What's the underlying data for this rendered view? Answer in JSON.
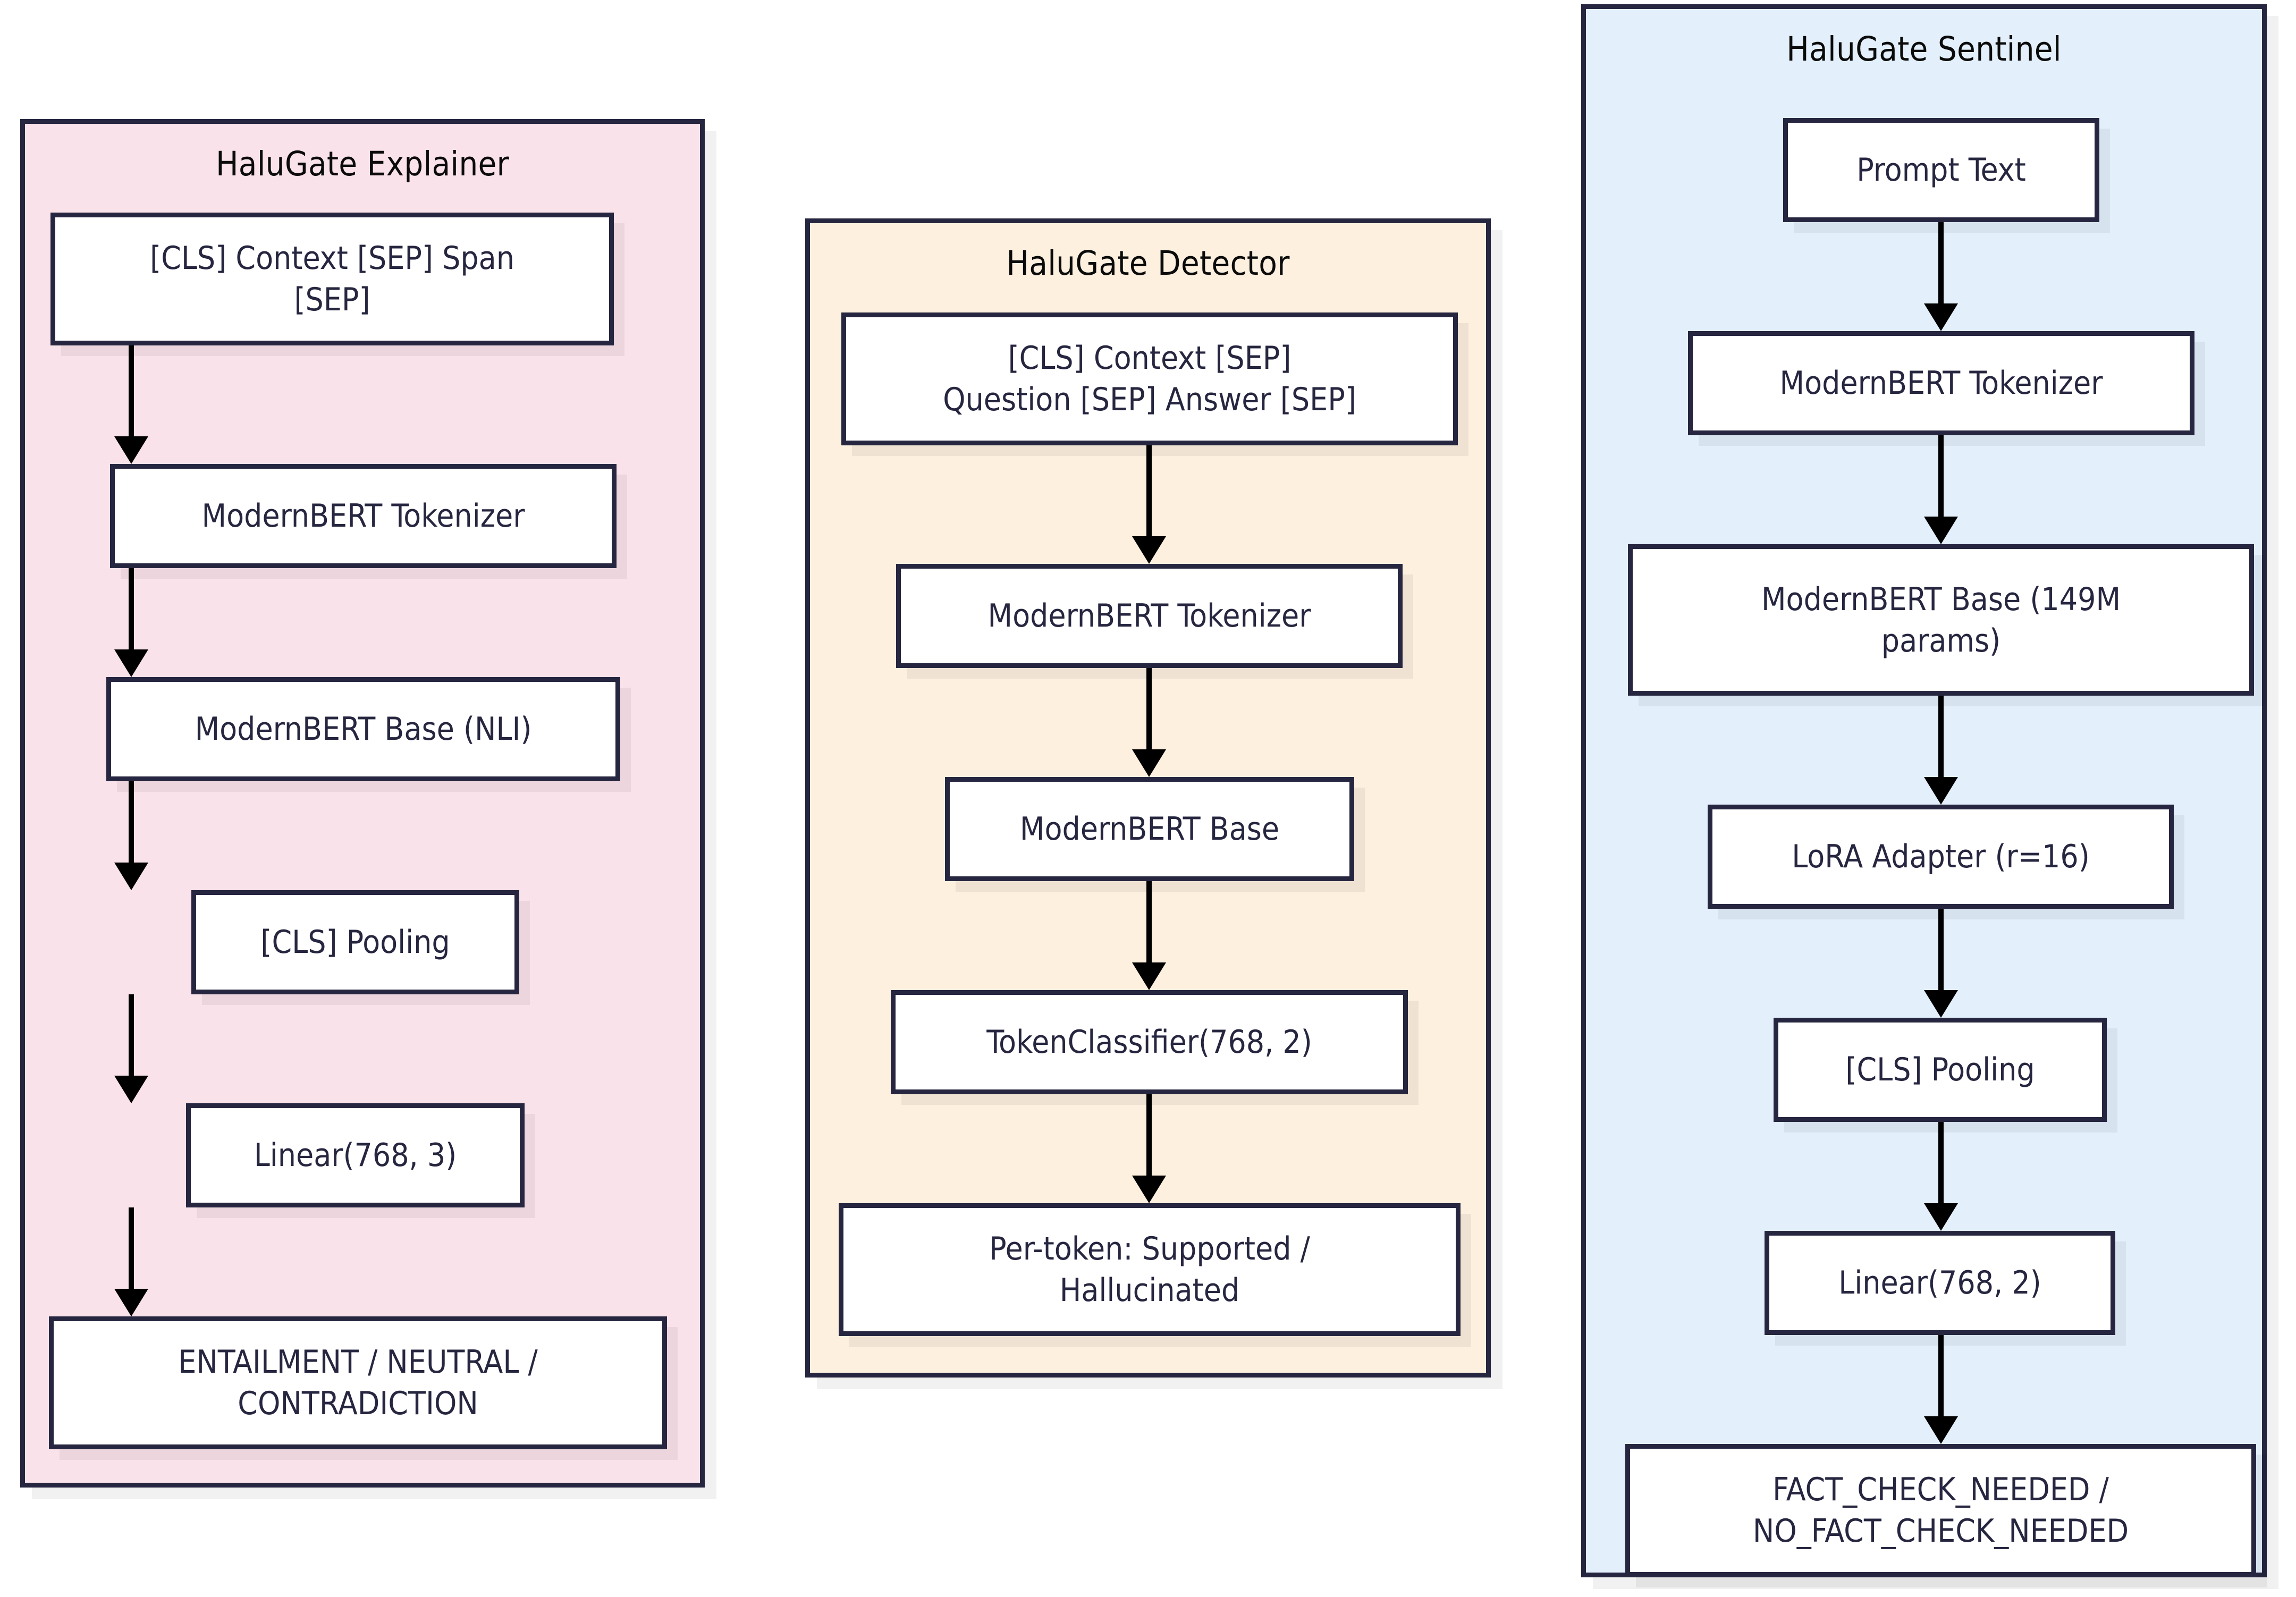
{
  "diagram": {
    "type": "flowchart",
    "title": "HaluGate model architectures",
    "colors": {
      "explainer_fill": "#fae2ea",
      "detector_fill": "#fdf0df",
      "sentinel_fill": "#e3f0fb",
      "border": "#262640",
      "node_fill": "#ffffff",
      "text": "#262640",
      "arrow": "#000000",
      "page_background": "#ffffff"
    },
    "columns": [
      {
        "id": "explainer",
        "title": "HaluGate Explainer",
        "fill": "#fae2ea",
        "nodes": [
          {
            "id": "exp-input",
            "label": "[CLS] Context [SEP] Span [SEP]",
            "lines": [
              "[CLS] Context [SEP] Span",
              "[SEP]"
            ]
          },
          {
            "id": "exp-tokenizer",
            "label": "ModernBERT Tokenizer",
            "lines": [
              "ModernBERT Tokenizer"
            ]
          },
          {
            "id": "exp-base",
            "label": "ModernBERT Base (NLI)",
            "lines": [
              "ModernBERT Base (NLI)"
            ]
          },
          {
            "id": "exp-pooling",
            "label": "[CLS] Pooling",
            "lines": [
              "[CLS] Pooling"
            ]
          },
          {
            "id": "exp-linear",
            "label": "Linear(768, 3)",
            "lines": [
              "Linear(768, 3)"
            ]
          },
          {
            "id": "exp-output",
            "label": "ENTAILMENT / NEUTRAL / CONTRADICTION",
            "lines": [
              "ENTAILMENT / NEUTRAL /",
              "CONTRADICTION"
            ]
          }
        ],
        "edges": [
          [
            "exp-input",
            "exp-tokenizer"
          ],
          [
            "exp-tokenizer",
            "exp-base"
          ],
          [
            "exp-base",
            "exp-pooling"
          ],
          [
            "exp-pooling",
            "exp-linear"
          ],
          [
            "exp-linear",
            "exp-output"
          ]
        ]
      },
      {
        "id": "detector",
        "title": "HaluGate Detector",
        "fill": "#fdf0df",
        "nodes": [
          {
            "id": "det-input",
            "label": "[CLS] Context [SEP] Question [SEP] Answer [SEP]",
            "lines": [
              "[CLS] Context [SEP]",
              "Question [SEP] Answer [SEP]"
            ]
          },
          {
            "id": "det-tokenizer",
            "label": "ModernBERT Tokenizer",
            "lines": [
              "ModernBERT Tokenizer"
            ]
          },
          {
            "id": "det-base",
            "label": "ModernBERT Base",
            "lines": [
              "ModernBERT Base"
            ]
          },
          {
            "id": "det-head",
            "label": "TokenClassifier(768, 2)",
            "lines": [
              "TokenClassifier(768, 2)"
            ]
          },
          {
            "id": "det-output",
            "label": "Per-token: Supported / Hallucinated",
            "lines": [
              "Per-token: Supported /",
              "Hallucinated"
            ]
          }
        ],
        "edges": [
          [
            "det-input",
            "det-tokenizer"
          ],
          [
            "det-tokenizer",
            "det-base"
          ],
          [
            "det-base",
            "det-head"
          ],
          [
            "det-head",
            "det-output"
          ]
        ]
      },
      {
        "id": "sentinel",
        "title": "HaluGate Sentinel",
        "fill": "#e3f0fb",
        "nodes": [
          {
            "id": "sen-input",
            "label": "Prompt Text",
            "lines": [
              "Prompt Text"
            ]
          },
          {
            "id": "sen-tokenizer",
            "label": "ModernBERT Tokenizer",
            "lines": [
              "ModernBERT Tokenizer"
            ]
          },
          {
            "id": "sen-base",
            "label": "ModernBERT Base (149M params)",
            "lines": [
              "ModernBERT Base (149M",
              "params)"
            ]
          },
          {
            "id": "sen-lora",
            "label": "LoRA Adapter (r=16)",
            "lines": [
              "LoRA Adapter (r=16)"
            ]
          },
          {
            "id": "sen-pooling",
            "label": "[CLS] Pooling",
            "lines": [
              "[CLS] Pooling"
            ]
          },
          {
            "id": "sen-linear",
            "label": "Linear(768, 2)",
            "lines": [
              "Linear(768, 2)"
            ]
          },
          {
            "id": "sen-output",
            "label": "FACT_CHECK_NEEDED / NO_FACT_CHECK_NEEDED",
            "lines": [
              "FACT_CHECK_NEEDED /",
              "NO_FACT_CHECK_NEEDED"
            ]
          }
        ],
        "edges": [
          [
            "sen-input",
            "sen-tokenizer"
          ],
          [
            "sen-tokenizer",
            "sen-base"
          ],
          [
            "sen-base",
            "sen-lora"
          ],
          [
            "sen-lora",
            "sen-pooling"
          ],
          [
            "sen-pooling",
            "sen-linear"
          ],
          [
            "sen-linear",
            "sen-output"
          ]
        ]
      }
    ]
  }
}
